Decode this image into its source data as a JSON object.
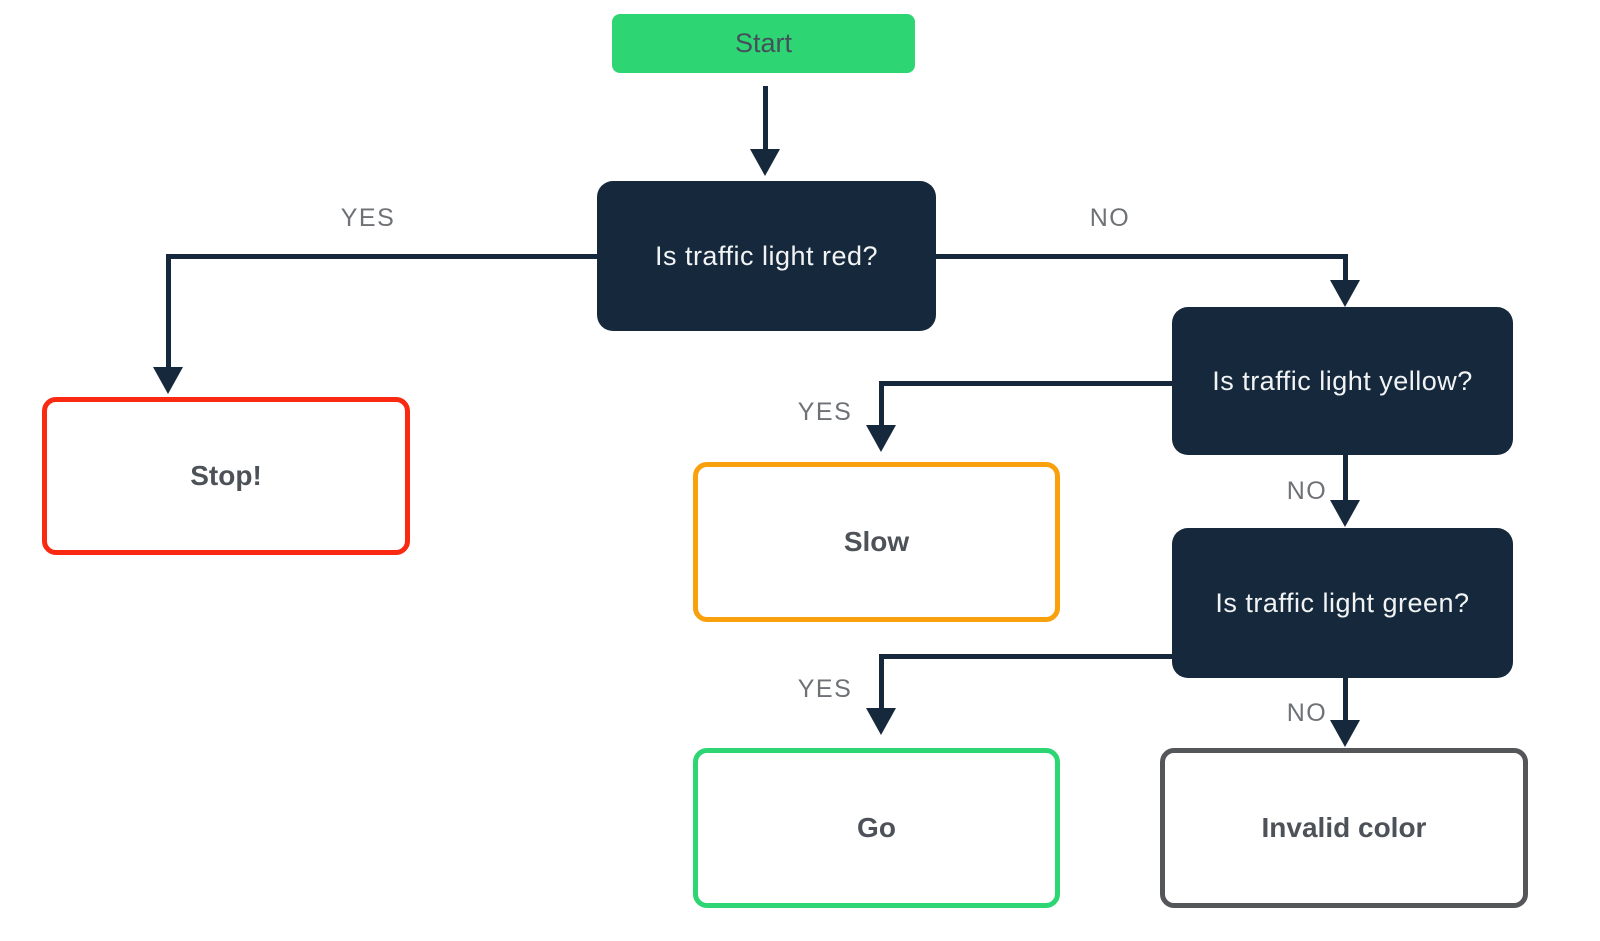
{
  "diagram": {
    "background": "#ffffff",
    "line_color": "#16293C",
    "label_color": "#6E7276",
    "nodes": [
      {
        "id": "start",
        "label": "Start",
        "kind": "start",
        "fill": "#2ED573",
        "text_color": "#45505A"
      },
      {
        "id": "q-red",
        "label": "Is traffic light red?",
        "kind": "decision",
        "fill": "#16293C",
        "text_color": "#F1F3F4"
      },
      {
        "id": "stop",
        "label": "Stop!",
        "kind": "result",
        "border": "#FA2A12",
        "text_color": "#4C5258"
      },
      {
        "id": "q-yellow",
        "label": "Is traffic light yellow?",
        "kind": "decision",
        "fill": "#16293C",
        "text_color": "#F1F3F4"
      },
      {
        "id": "slow",
        "label": "Slow",
        "kind": "result",
        "border": "#F9A00D",
        "text_color": "#4C5258"
      },
      {
        "id": "q-green",
        "label": "Is traffic light green?",
        "kind": "decision",
        "fill": "#16293C",
        "text_color": "#F1F3F4"
      },
      {
        "id": "go",
        "label": "Go",
        "kind": "result",
        "border": "#2ED573",
        "text_color": "#4C5258"
      },
      {
        "id": "invalid",
        "label": "Invalid color",
        "kind": "result",
        "border": "#55565A",
        "text_color": "#4C5258"
      }
    ],
    "edge_labels": [
      {
        "id": "yes-red",
        "label": "YES"
      },
      {
        "id": "no-red",
        "label": "NO"
      },
      {
        "id": "yes-yellow",
        "label": "YES"
      },
      {
        "id": "no-yellow",
        "label": "NO"
      },
      {
        "id": "yes-green",
        "label": "YES"
      },
      {
        "id": "no-green",
        "label": "NO"
      }
    ]
  }
}
